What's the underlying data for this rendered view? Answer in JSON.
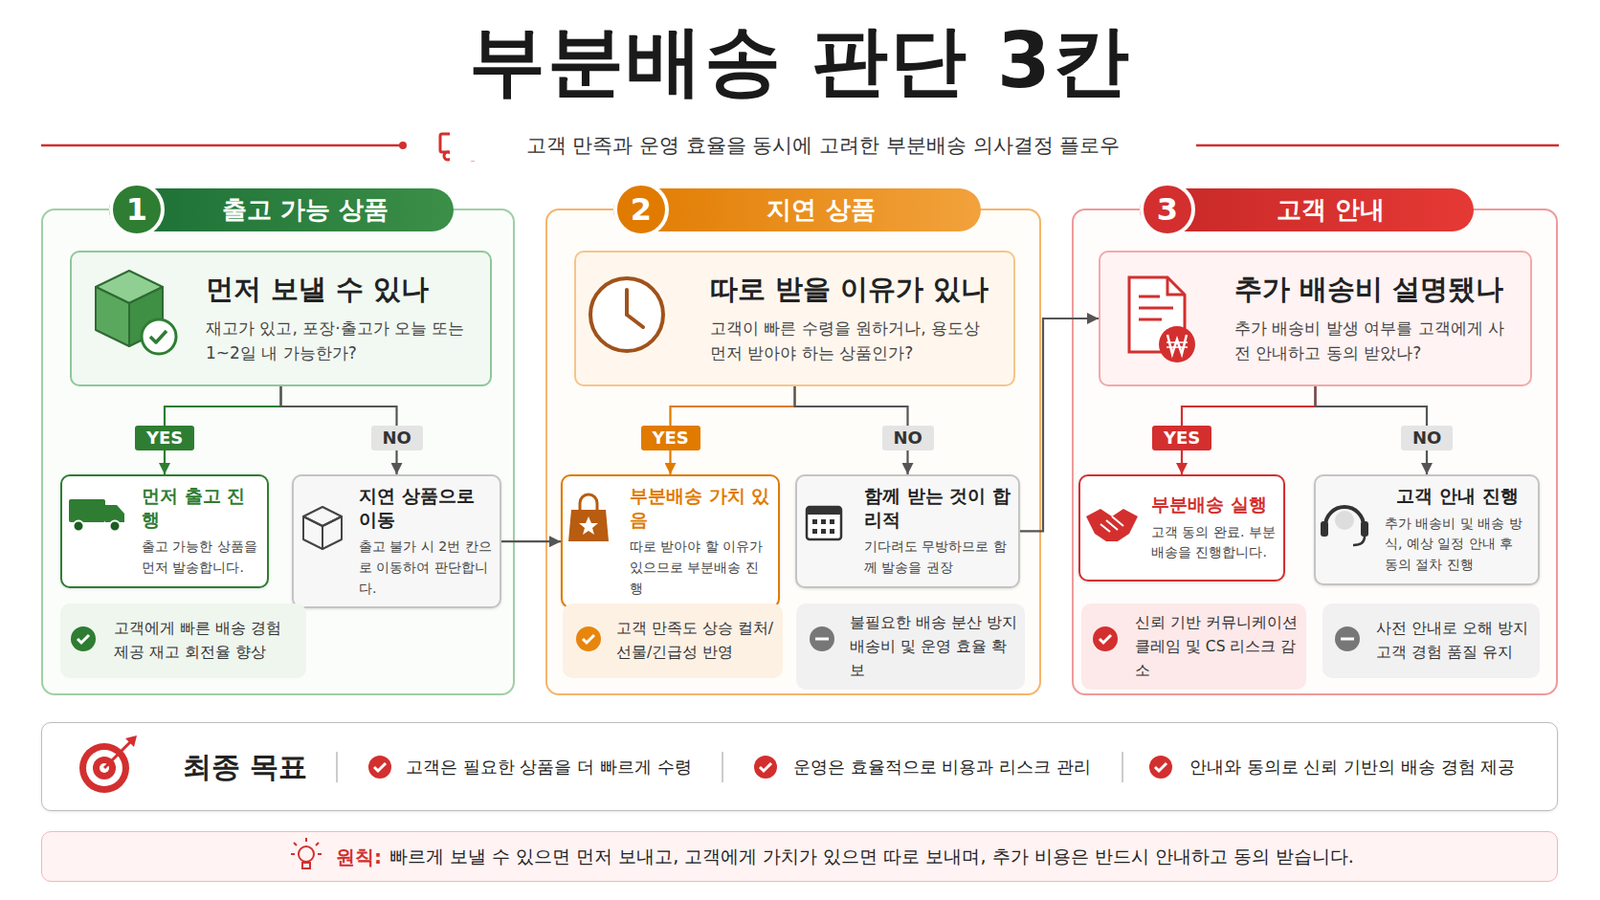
{
  "diagram": {
    "title": "부분배송 판단 3칸",
    "caption": "고객 만족과 운영 효율을 동시에 고려한 부분배송 의사결정 플로우",
    "nodes": [
      {
        "text": [
          "1",
          "출고 가능 상품"
        ]
      },
      {
        "text": [
          "먼저 보낼 수 있나",
          "재고가 있고, 포장·출고가 오늘 또는 1~2일 내 가능한가?"
        ],
        "in": 0
      },
      {
        "text": [
          "먼저 출고 진행",
          "출고 가능한 상품을 먼저 발송합니다."
        ],
        "in": 0
      },
      {
        "text": [
          "지연 상품으로 이동",
          "출고 불가 시 2번 칸으로 이동하여 판단합니다."
        ],
        "in": 0
      },
      {
        "text": [
          "고객에게 빠른 배송 경험 제공 재고 회전율 향상"
        ],
        "in": 0
      },
      {
        "text": [
          "2",
          "지연 상품"
        ]
      },
      {
        "text": [
          "따로 받을 이유가 있나",
          "고객이 빠른 수령을 원하거나, 용도상 먼저 받아야 하는 상품인가?"
        ],
        "in": 5
      },
      {
        "text": [
          "부분배송 가치 있음",
          "따로 받아야 할 이유가 있으므로 부분배송 진행"
        ],
        "in": 5
      },
      {
        "text": [
          "함께 받는 것이 합리적",
          "기다려도 무방하므로 함께 발송을 권장"
        ],
        "in": 5
      },
      {
        "text": [
          "고객 만족도 상승 컬처/선물/긴급성 반영"
        ],
        "in": 5
      },
      {
        "text": [
          "불필요한 배송 분산 방지 배송비 및 운영 효율 확보"
        ],
        "in": 5
      },
      {
        "text": [
          "3",
          "고객 안내"
        ]
      },
      {
        "text": [
          "추가 배송비 설명됐나",
          "추가 배송비 발생 여부를 고객에게 사전 안내하고 동의 받았나?"
        ],
        "in": 11
      },
      {
        "text": [
          "부분배송 실행",
          "고객 동의 완료. 부분배송을 진행합니다."
        ],
        "in": 11
      },
      {
        "text": [
          "고객 안내 진행",
          "추가 배송비 및 배송 방식, 예상 일정 안내 후 동의 절차 진행"
        ],
        "in": 11
      },
      {
        "text": [
          "신뢰 기반 커뮤니케이션 클레임 및 CS 리스크 감소"
        ],
        "in": 11
      },
      {
        "text": [
          "사전 안내로 오해 방지 고객 경험 품질 유지"
        ],
        "in": 11
      },
      {
        "text": [
          "최종 목표",
          "고객은 필요한 상품을 더 빠르게 수령",
          "운영은 효율적으로 비용과 리스크 관리",
          "안내와 동의로 신뢰 기반의 배송 경험 제공"
        ]
      },
      {
        "text": [
          "원칙:",
          "빠르게 보낼 수 있으면 먼저 보내고, 고객에게 가치가 있으면 따로 보내며, 추가 비용은 반드시 안내하고 동의 받습니다."
        ]
      }
    ],
    "edges": [
      {
        "from": 1,
        "to": 2,
        "label": "YES",
        "arrow": "to"
      },
      {
        "from": 1,
        "to": 3,
        "label": "NO",
        "arrow": "to"
      },
      {
        "from": 3,
        "to": 7,
        "arrow": "to"
      },
      {
        "from": 6,
        "to": 7,
        "label": "YES",
        "arrow": "to"
      },
      {
        "from": 6,
        "to": 8,
        "label": "NO",
        "arrow": "to"
      },
      {
        "from": 8,
        "to": 12,
        "arrow": "to"
      },
      {
        "from": 12,
        "to": 13,
        "label": "YES",
        "arrow": "to"
      },
      {
        "from": 12,
        "to": 14,
        "label": "NO",
        "arrow": "to"
      }
    ]
  }
}
